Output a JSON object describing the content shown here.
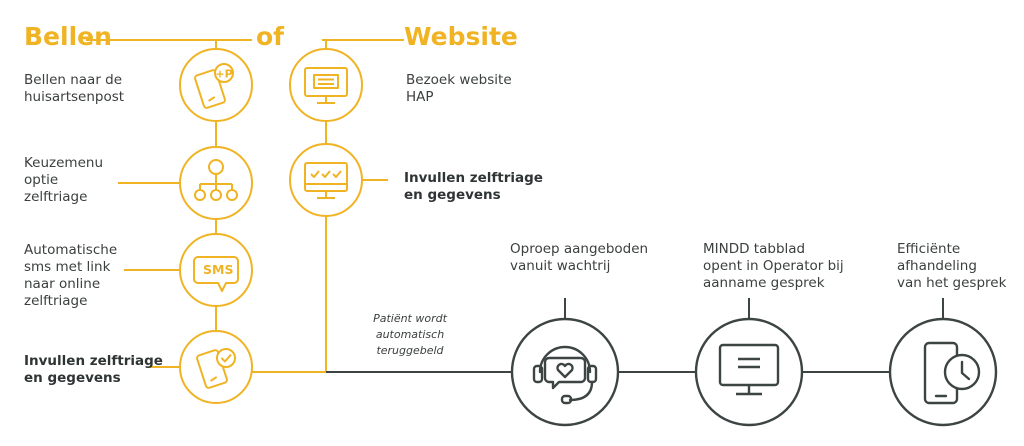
{
  "headers": {
    "calling": "Bellen",
    "or": "of",
    "website": "Website"
  },
  "left_steps": [
    {
      "text": "Bellen naar de\nhuisartsenpost",
      "icon": "phone-plus-icon"
    },
    {
      "text": "Keuzemenu\noptie\nzelftriage",
      "icon": "menu-tree-icon"
    },
    {
      "text": "Automatische\nsms met link\nnaar online\nzelftriage",
      "icon": "sms-bubble-icon"
    },
    {
      "text": "Invullen zelftriage\nen gegevens",
      "icon": "phone-check-icon"
    }
  ],
  "right_steps": [
    {
      "text": "Bezoek website\nHAP",
      "icon": "monitor-website-icon"
    },
    {
      "text": "Invullen zelftriage\nen gegevens",
      "icon": "monitor-checklist-icon"
    }
  ],
  "sms_label": "SMS",
  "callback_note": "Patiënt wordt\nautomatisch\nteruggebeld",
  "bottom_steps": [
    {
      "text": "Oproep aangeboden\nvanuit wachtrij",
      "icon": "headset-heart-icon"
    },
    {
      "text": "MINDD tabblad\nopent in Operator bij\naanname gesprek",
      "icon": "monitor-tab-icon"
    },
    {
      "text": "Efficiënte\nafhandeling\nvan het gesprek",
      "icon": "phone-clock-icon"
    }
  ],
  "colors": {
    "accent": "#f0b323",
    "dark": "#3d4444",
    "text": "#3b3f3f"
  }
}
